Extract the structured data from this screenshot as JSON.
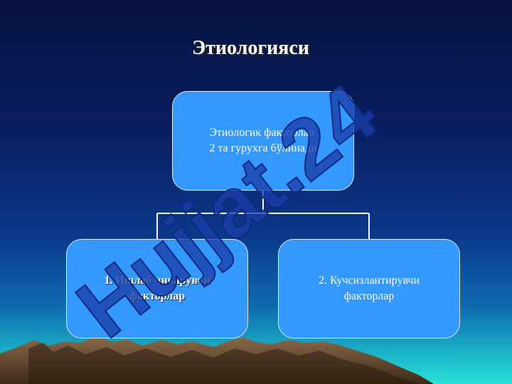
{
  "slide": {
    "title": "Этиологияси",
    "top_box": {
      "line1": "Этиологик факторлар",
      "line2": "2 та гурухга бўлинади"
    },
    "left_box": {
      "line1": "1.  Ишлаб чикарувчи",
      "line2": "факторлар"
    },
    "right_box": {
      "line1": "2. Кучсизлантирувчи",
      "line2": "факторлар"
    },
    "watermark": "Hujjat.24"
  },
  "colors": {
    "box_fill": "#3399ff",
    "connector": "#ffffff",
    "watermark": "#1a3ea8"
  }
}
